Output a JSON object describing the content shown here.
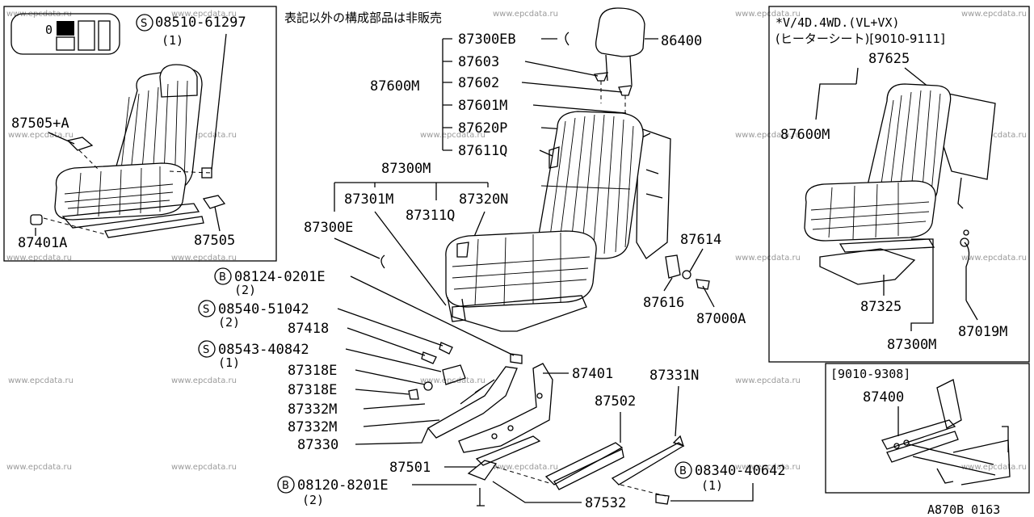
{
  "note_jp": "表記以外の構成部品は非販売",
  "diagram_code": "A870B 0163",
  "watermark": "www.epcdata.ru",
  "inset_left": {
    "bolt_symbol": "S",
    "bolt_part": "08510-61297",
    "bolt_qty": "(1)",
    "labels": [
      "87505+A",
      "87401A",
      "87505"
    ],
    "mini_icon_text": "0"
  },
  "inset_right": {
    "header_line1": "*V/4D.4WD.(VL+VX)",
    "header_line2": "(ヒーターシート)[9010-9111]",
    "labels": [
      "87625",
      "87600M",
      "87325",
      "87300M",
      "87019M"
    ]
  },
  "inset_bottom": {
    "header": "[9010-9308]",
    "labels": [
      "87400"
    ]
  },
  "main": {
    "backrest_group": "87600M",
    "backrest_parts": [
      "87300EB",
      "87603",
      "87602",
      "87601M",
      "87620P",
      "87611Q"
    ],
    "headrest": "86400",
    "cushion_group": "87300M",
    "cushion_parts": [
      "87301M",
      "87311Q",
      "87320N"
    ],
    "clip_left": "87300E",
    "right_parts": [
      "87614",
      "87616",
      "87000A"
    ],
    "bolts": [
      {
        "symbol": "B",
        "part": "08124-0201E",
        "qty": "(2)"
      },
      {
        "symbol": "S",
        "part": "08540-51042",
        "qty": "(2)"
      },
      {
        "symbol": "S",
        "part": "08543-40842",
        "qty": "(1)"
      },
      {
        "symbol": "B",
        "part": "08340-40642",
        "qty": "(1)"
      },
      {
        "symbol": "B",
        "part": "08120-8201E",
        "qty": "(2)"
      }
    ],
    "frame_parts": [
      "87418",
      "87318E",
      "87318E",
      "87332M",
      "87332M",
      "87330"
    ],
    "rail_parts": [
      "87401",
      "87331N",
      "87502",
      "87501",
      "87532"
    ]
  }
}
